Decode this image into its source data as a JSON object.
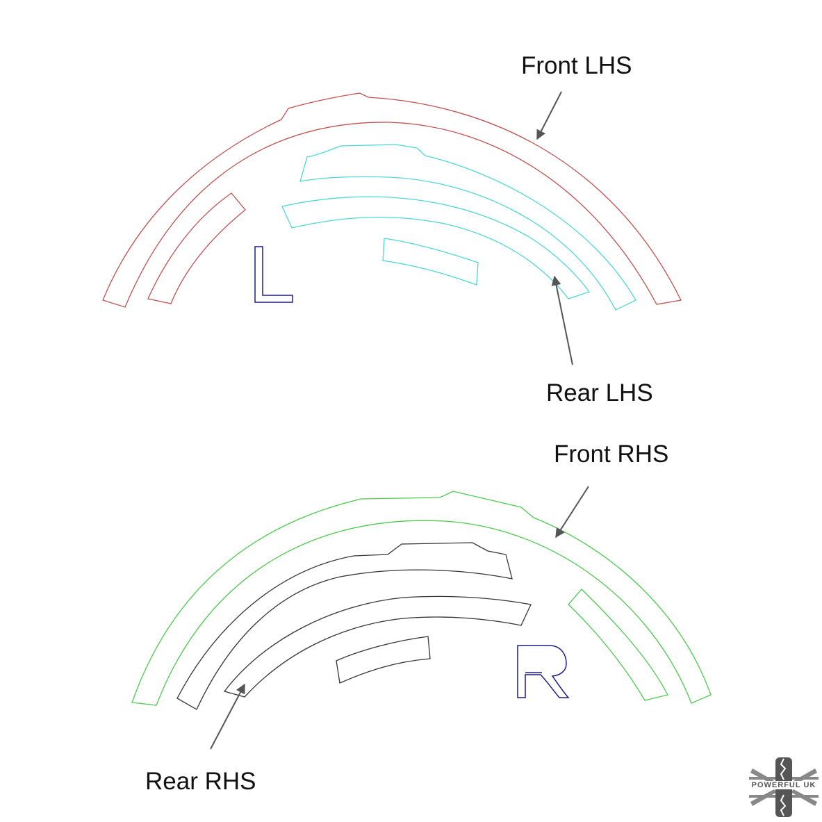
{
  "labels": {
    "front_lhs": "Front LHS",
    "rear_lhs": "Rear LHS",
    "front_rhs": "Front RHS",
    "rear_rhs": "Rear RHS"
  },
  "side_letters": {
    "left": "L",
    "right": "R"
  },
  "logo": {
    "text": "POWERFUL UK"
  },
  "colors": {
    "front_lhs": "#c0504d",
    "rear_lhs": "#4fd6d6",
    "front_rhs": "#4cc94c",
    "rear_rhs": "#333333",
    "letters": "#1a1a8c",
    "arrows": "#555555"
  }
}
